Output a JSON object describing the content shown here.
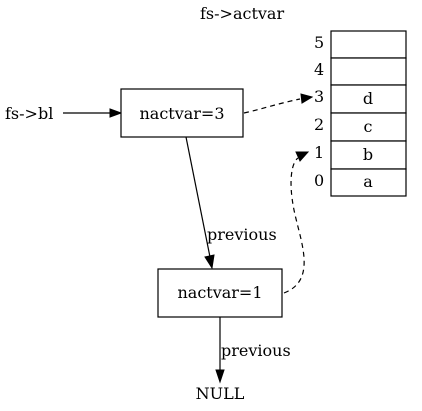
{
  "labels": {
    "actvar_title": "fs->actvar",
    "bl_label": "fs->bl",
    "node_current": "nactvar=3",
    "node_previous": "nactvar=1",
    "edge_previous_1": "previous",
    "edge_previous_2": "previous",
    "null_label": "NULL"
  },
  "stack": {
    "indices": [
      "5",
      "4",
      "3",
      "2",
      "1",
      "0"
    ],
    "values": [
      "",
      "",
      "d",
      "c",
      "b",
      "a"
    ]
  }
}
